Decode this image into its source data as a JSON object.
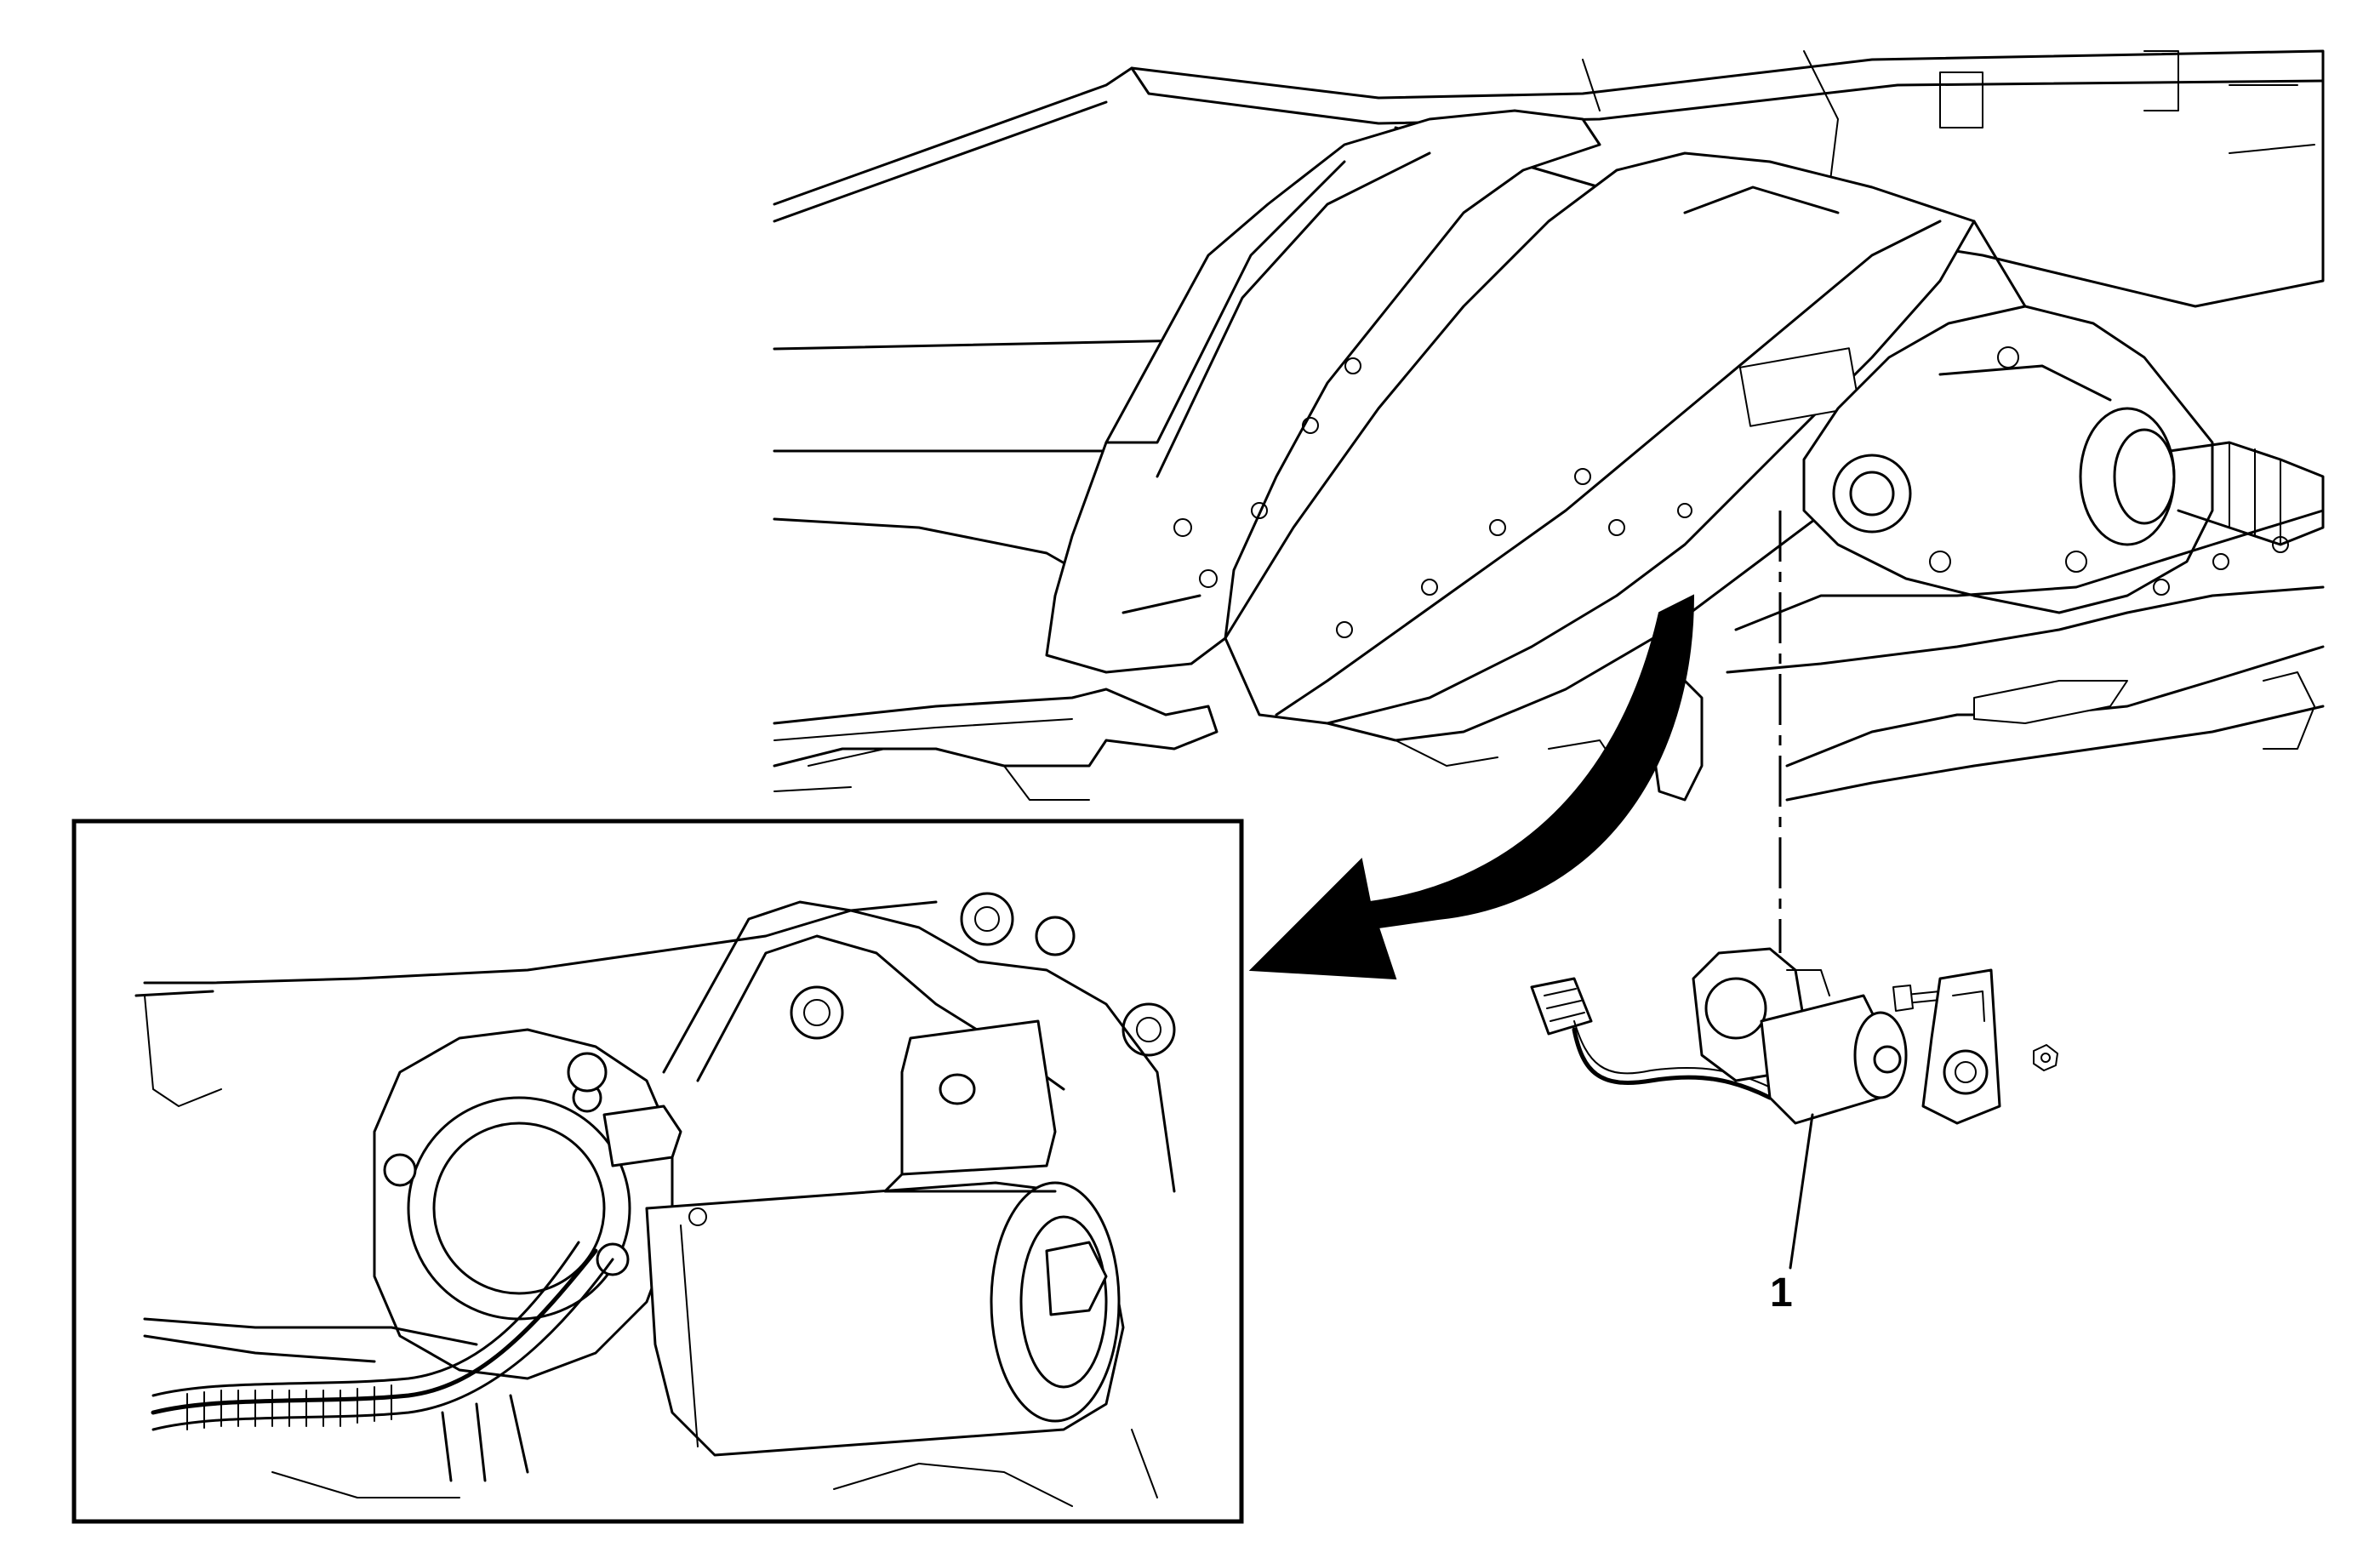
{
  "diagram": {
    "callouts": [
      {
        "id": "1",
        "label": "1"
      }
    ],
    "colors": {
      "line": "#000000",
      "background": "#ffffff"
    },
    "components": {
      "vehicle_underbody": "line-art",
      "crossmember": "line-art",
      "transfer_case": "line-art",
      "actuator_motor_exploded": "line-art",
      "detail_inset": "line-art",
      "direction_arrow": "solid-black"
    }
  }
}
